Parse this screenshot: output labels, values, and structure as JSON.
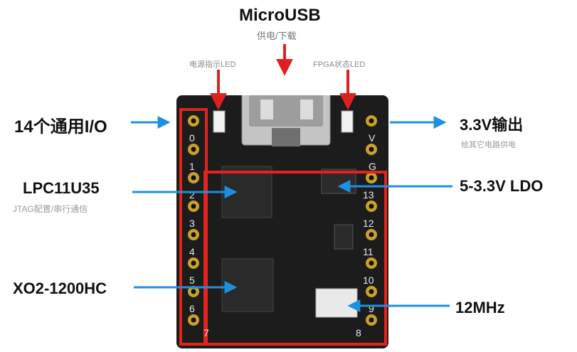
{
  "top": {
    "title": "MicroUSB",
    "subtitle": "供电/下载",
    "led_left": "电源指示LED",
    "led_right": "FPGA状态LED"
  },
  "left": {
    "io": "14个通用I/O",
    "mcu": "LPC11U35",
    "mcu_sub": "JTAG配置/串行通信",
    "fpga": "XO2-1200HC"
  },
  "right": {
    "out": "3.3V输出",
    "out_sub": "给其它电路供电",
    "ldo": "5-3.3V LDO",
    "xtal": "12MHz"
  },
  "pins_left": [
    "0",
    "1",
    "2",
    "3",
    "4",
    "5",
    "6",
    "7"
  ],
  "pins_right": [
    "V",
    "G",
    "13",
    "12",
    "11",
    "10",
    "9",
    "8"
  ],
  "colors": {
    "arrow_blue": "#1e90e0",
    "arrow_red": "#e02020",
    "box_red": "#e5231b",
    "pcb": "#1c1c1c",
    "gold": "#c9a227"
  }
}
